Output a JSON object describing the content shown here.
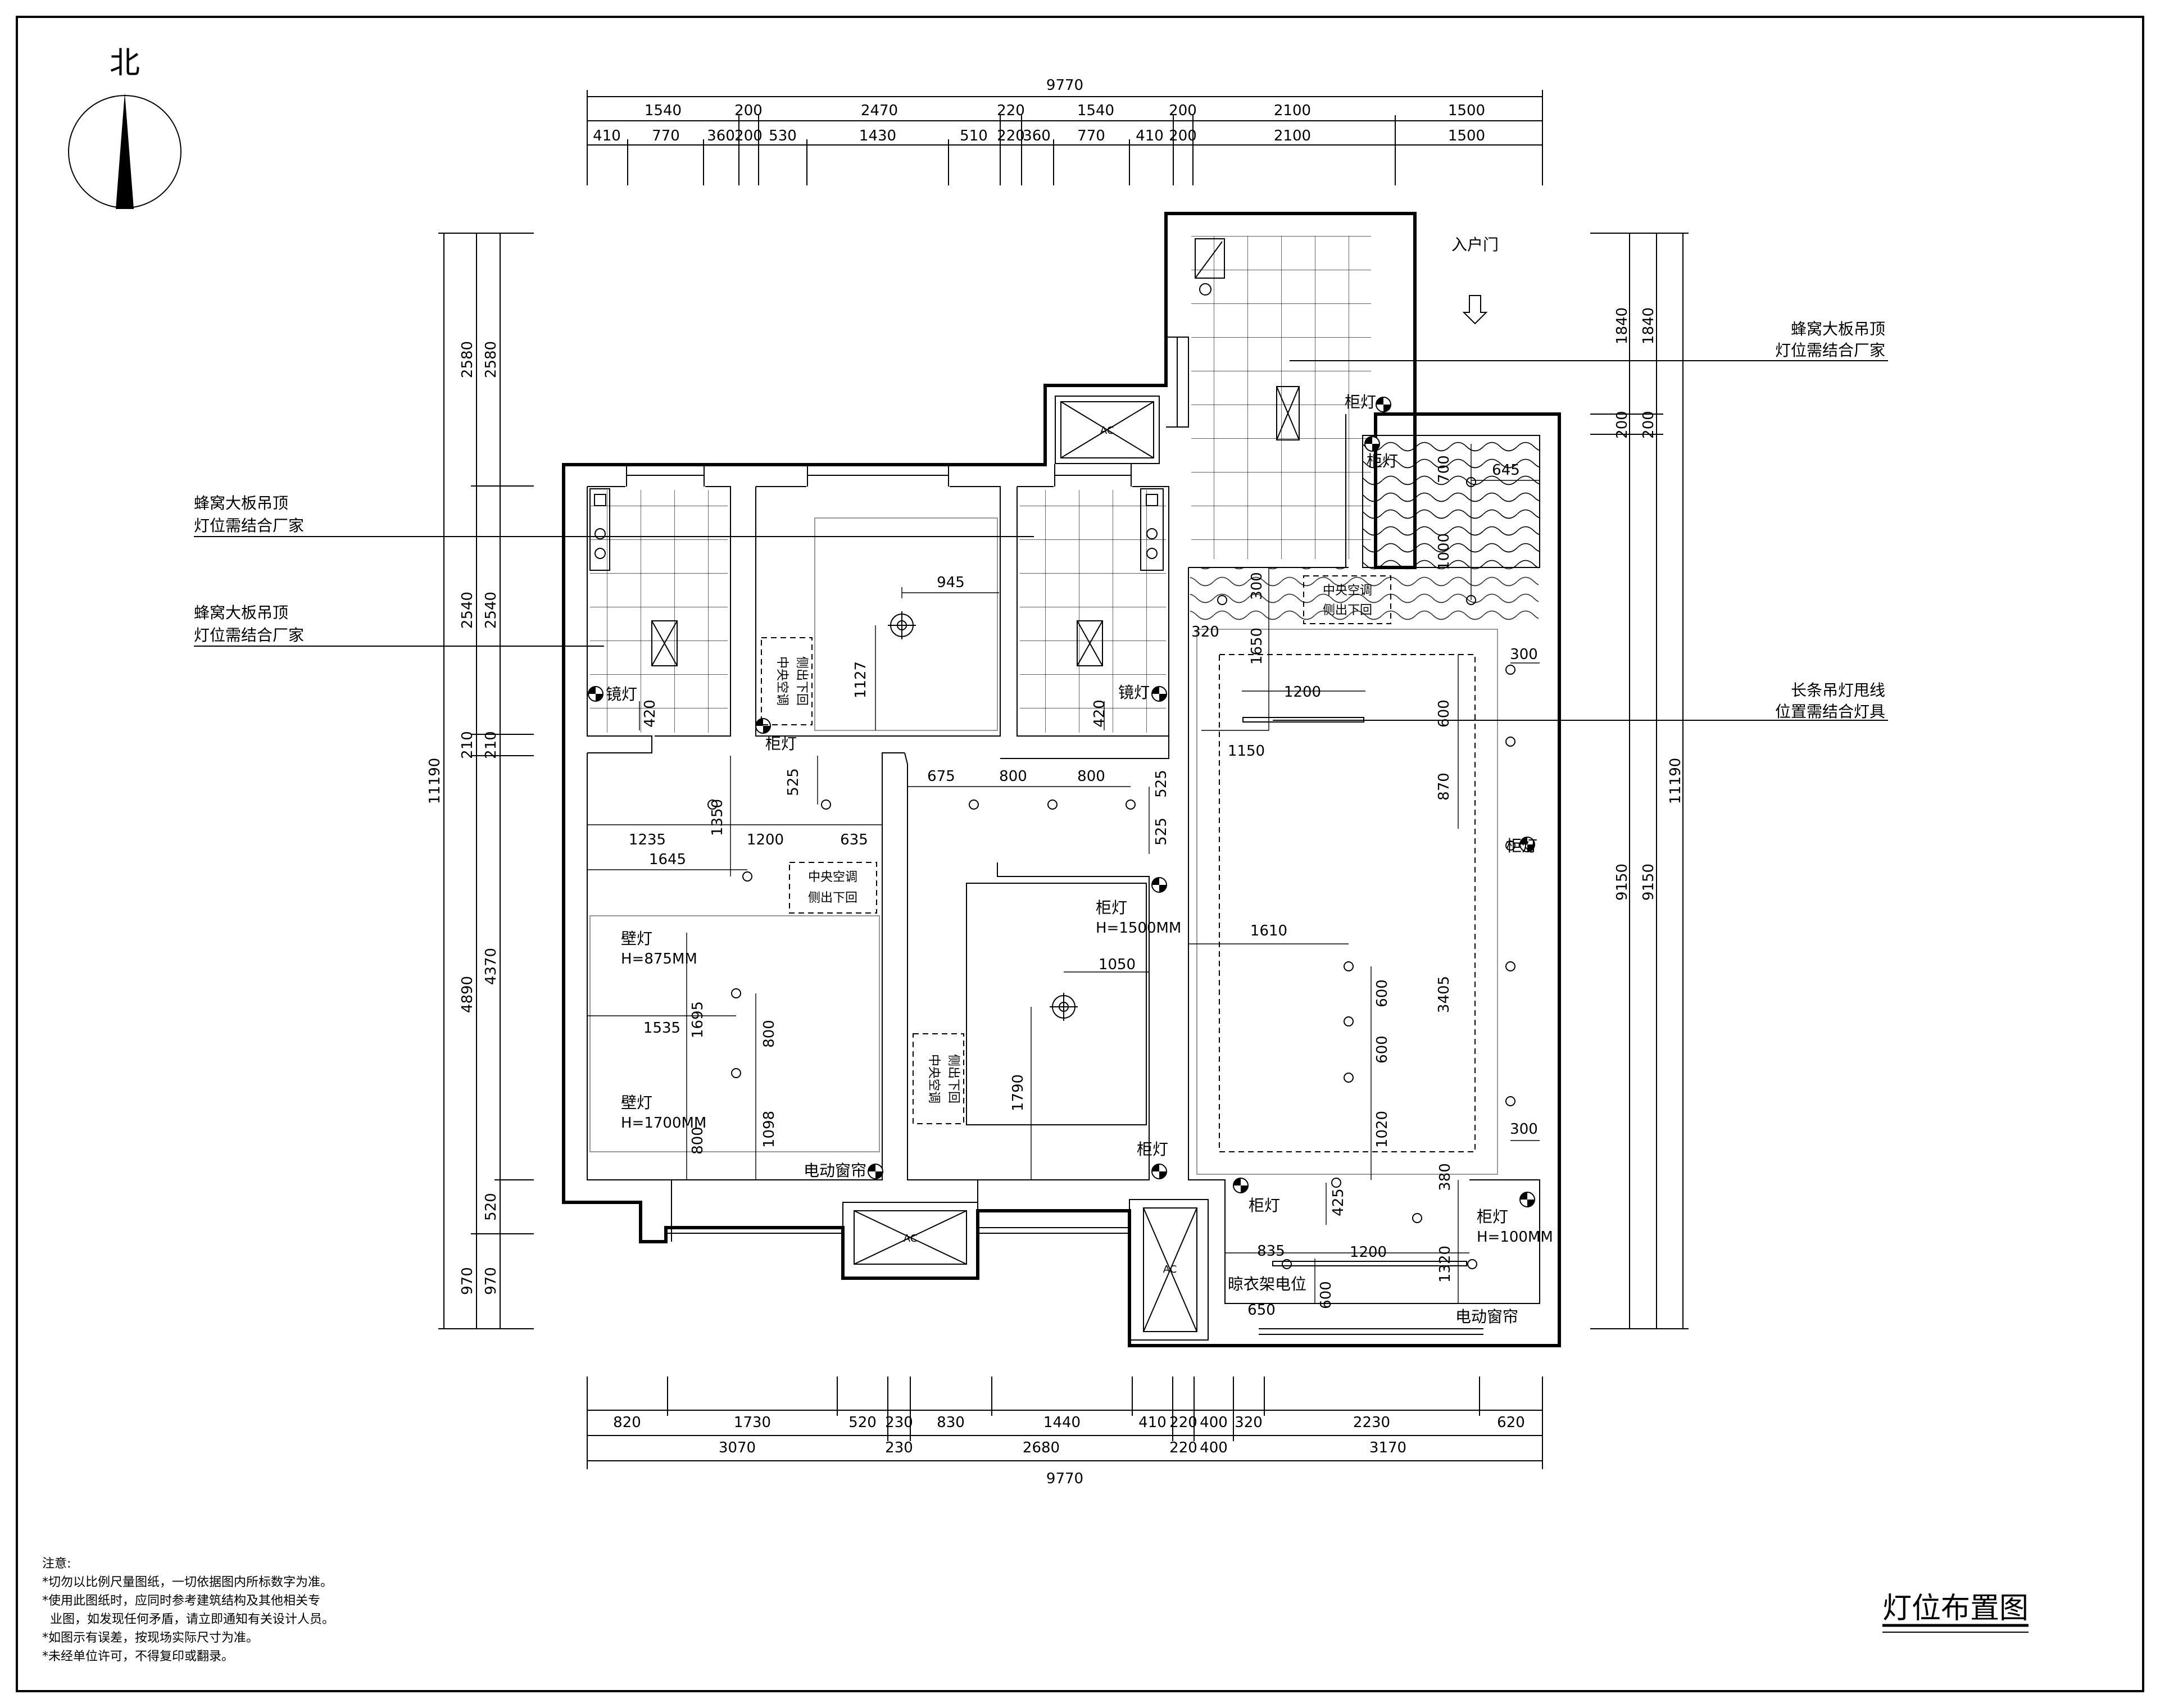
{
  "compass": {
    "label": "北"
  },
  "title": "灯位布置图",
  "top_dims": {
    "overall": "9770",
    "row1": [
      "1540",
      "200",
      "2470",
      "220",
      "1540",
      "200",
      "2100",
      "1500"
    ],
    "row2": [
      "410",
      "770",
      "360",
      "200",
      "530",
      "1430",
      "510",
      "220",
      "360",
      "770",
      "410",
      "200",
      "2100",
      "1500"
    ]
  },
  "bottom_dims": {
    "overall": "9770",
    "row1": [
      "820",
      "1730",
      "520",
      "230",
      "830",
      "1440",
      "410",
      "220",
      "400",
      "320",
      "2230",
      "620"
    ],
    "row2": [
      "3070",
      "230",
      "2680",
      "220",
      "400",
      "3170"
    ]
  },
  "left_dims": {
    "total": "11190",
    "outer": [
      "2580",
      "2540",
      "210",
      "4890",
      "970"
    ],
    "inner": [
      "2580",
      "2540",
      "210",
      "4370",
      "520",
      "970"
    ]
  },
  "right_dims": {
    "total": "11190",
    "outer": [
      "1840",
      "200",
      "9150"
    ],
    "inner": [
      "1840",
      "200",
      "9150"
    ]
  },
  "callouts": {
    "ceiling_left_1": {
      "line1": "蜂窝大板吊顶",
      "line2": "灯位需结合厂家"
    },
    "ceiling_left_2": {
      "line1": "蜂窝大板吊顶",
      "line2": "灯位需结合厂家"
    },
    "ceiling_right": {
      "line1": "蜂窝大板吊顶",
      "line2": "灯位需结合厂家"
    },
    "strip_light": {
      "line1": "长条吊灯甩线",
      "line2": "位置需结合灯具"
    }
  },
  "labels": {
    "entrance": "入户门",
    "cabinet_light": "柜灯",
    "mirror_light": "镜灯",
    "ac_return": [
      "中央空调",
      "侧出下回"
    ],
    "wall_light_1": [
      "壁灯",
      "H=875MM"
    ],
    "wall_light_2": [
      "壁灯",
      "H=1700MM"
    ],
    "cabinet_light_h1500": [
      "柜灯",
      "H=1500MM"
    ],
    "cabinet_light_h100": [
      "柜灯",
      "H=100MM"
    ],
    "electric_curtain": "电动窗帘",
    "clothes_rack": "晾衣架电位",
    "ac_unit": "AC"
  },
  "inner_dims": {
    "d945": "945",
    "d1127": "1127",
    "d420a": "420",
    "d420b": "420",
    "d525a": "525",
    "d1350": "1350",
    "d1235": "1235",
    "d1200a": "1200",
    "d635": "635",
    "d1645": "1645",
    "d675": "675",
    "d800a": "800",
    "d800b": "800",
    "d525b": "525",
    "d525c": "525",
    "d1535": "1535",
    "d1695": "1695",
    "d800c": "800",
    "d800d": "800",
    "d1098": "1098",
    "d1050": "1050",
    "d1790": "1790",
    "d1610": "1610",
    "d600a": "600",
    "d600b": "600",
    "d1020": "1020",
    "d3405": "3405",
    "d870": "870",
    "d600c": "600",
    "d1200b": "1200",
    "d1150": "1150",
    "d1650": "1650",
    "d300a": "300",
    "d320": "320",
    "d700": "700",
    "d645": "645",
    "d1000": "1000",
    "d300b": "300",
    "d300c": "300",
    "d425": "425",
    "d835": "835",
    "d1200c": "1200",
    "d1320": "1320",
    "d600d": "600",
    "d650": "650",
    "d380": "380"
  },
  "notes": {
    "heading": "注意:",
    "lines": [
      "*切勿以比例尺量图纸，一切依据图内所标数字为准。",
      "*使用此图纸时，应同时参考建筑结构及其他相关专",
      "  业图，如发现任何矛盾，请立即通知有关设计人员。",
      "*如图示有误差，按现场实际尺寸为准。",
      "*未经单位许可，不得复印或翻录。"
    ]
  }
}
